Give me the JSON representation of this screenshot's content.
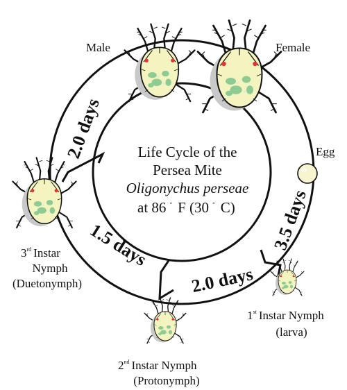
{
  "center": {
    "line1": "Life Cycle of the",
    "line2": "Persea Mite",
    "species": "Oligonychus perseae",
    "temp_prefix": "at 86",
    "temp_f": "F (30",
    "temp_c": "C)"
  },
  "durations": {
    "egg_to_larva": "3.5 days",
    "larva_to_protonymph": "2.0 days",
    "protonymph_to_deutonymph": "1.5 days",
    "deutonymph_to_adult": "2.0 days"
  },
  "stages": {
    "male": "Male",
    "female": "Female",
    "egg": "Egg",
    "first_num": "1",
    "first_rest": "Instar Nymph",
    "first_alt": "(larva)",
    "second_num": "2",
    "second_rest": "Instar Nymph",
    "second_alt": "(Protonymph)",
    "third_num": "3",
    "third_rest": "Instar",
    "third_line2": "Nymph",
    "third_alt": "(Duetonymph)"
  },
  "colors": {
    "body_fill": "#f3f4c0",
    "spot": "#7cc48a",
    "eye": "#e33333",
    "outline": "#111111"
  }
}
